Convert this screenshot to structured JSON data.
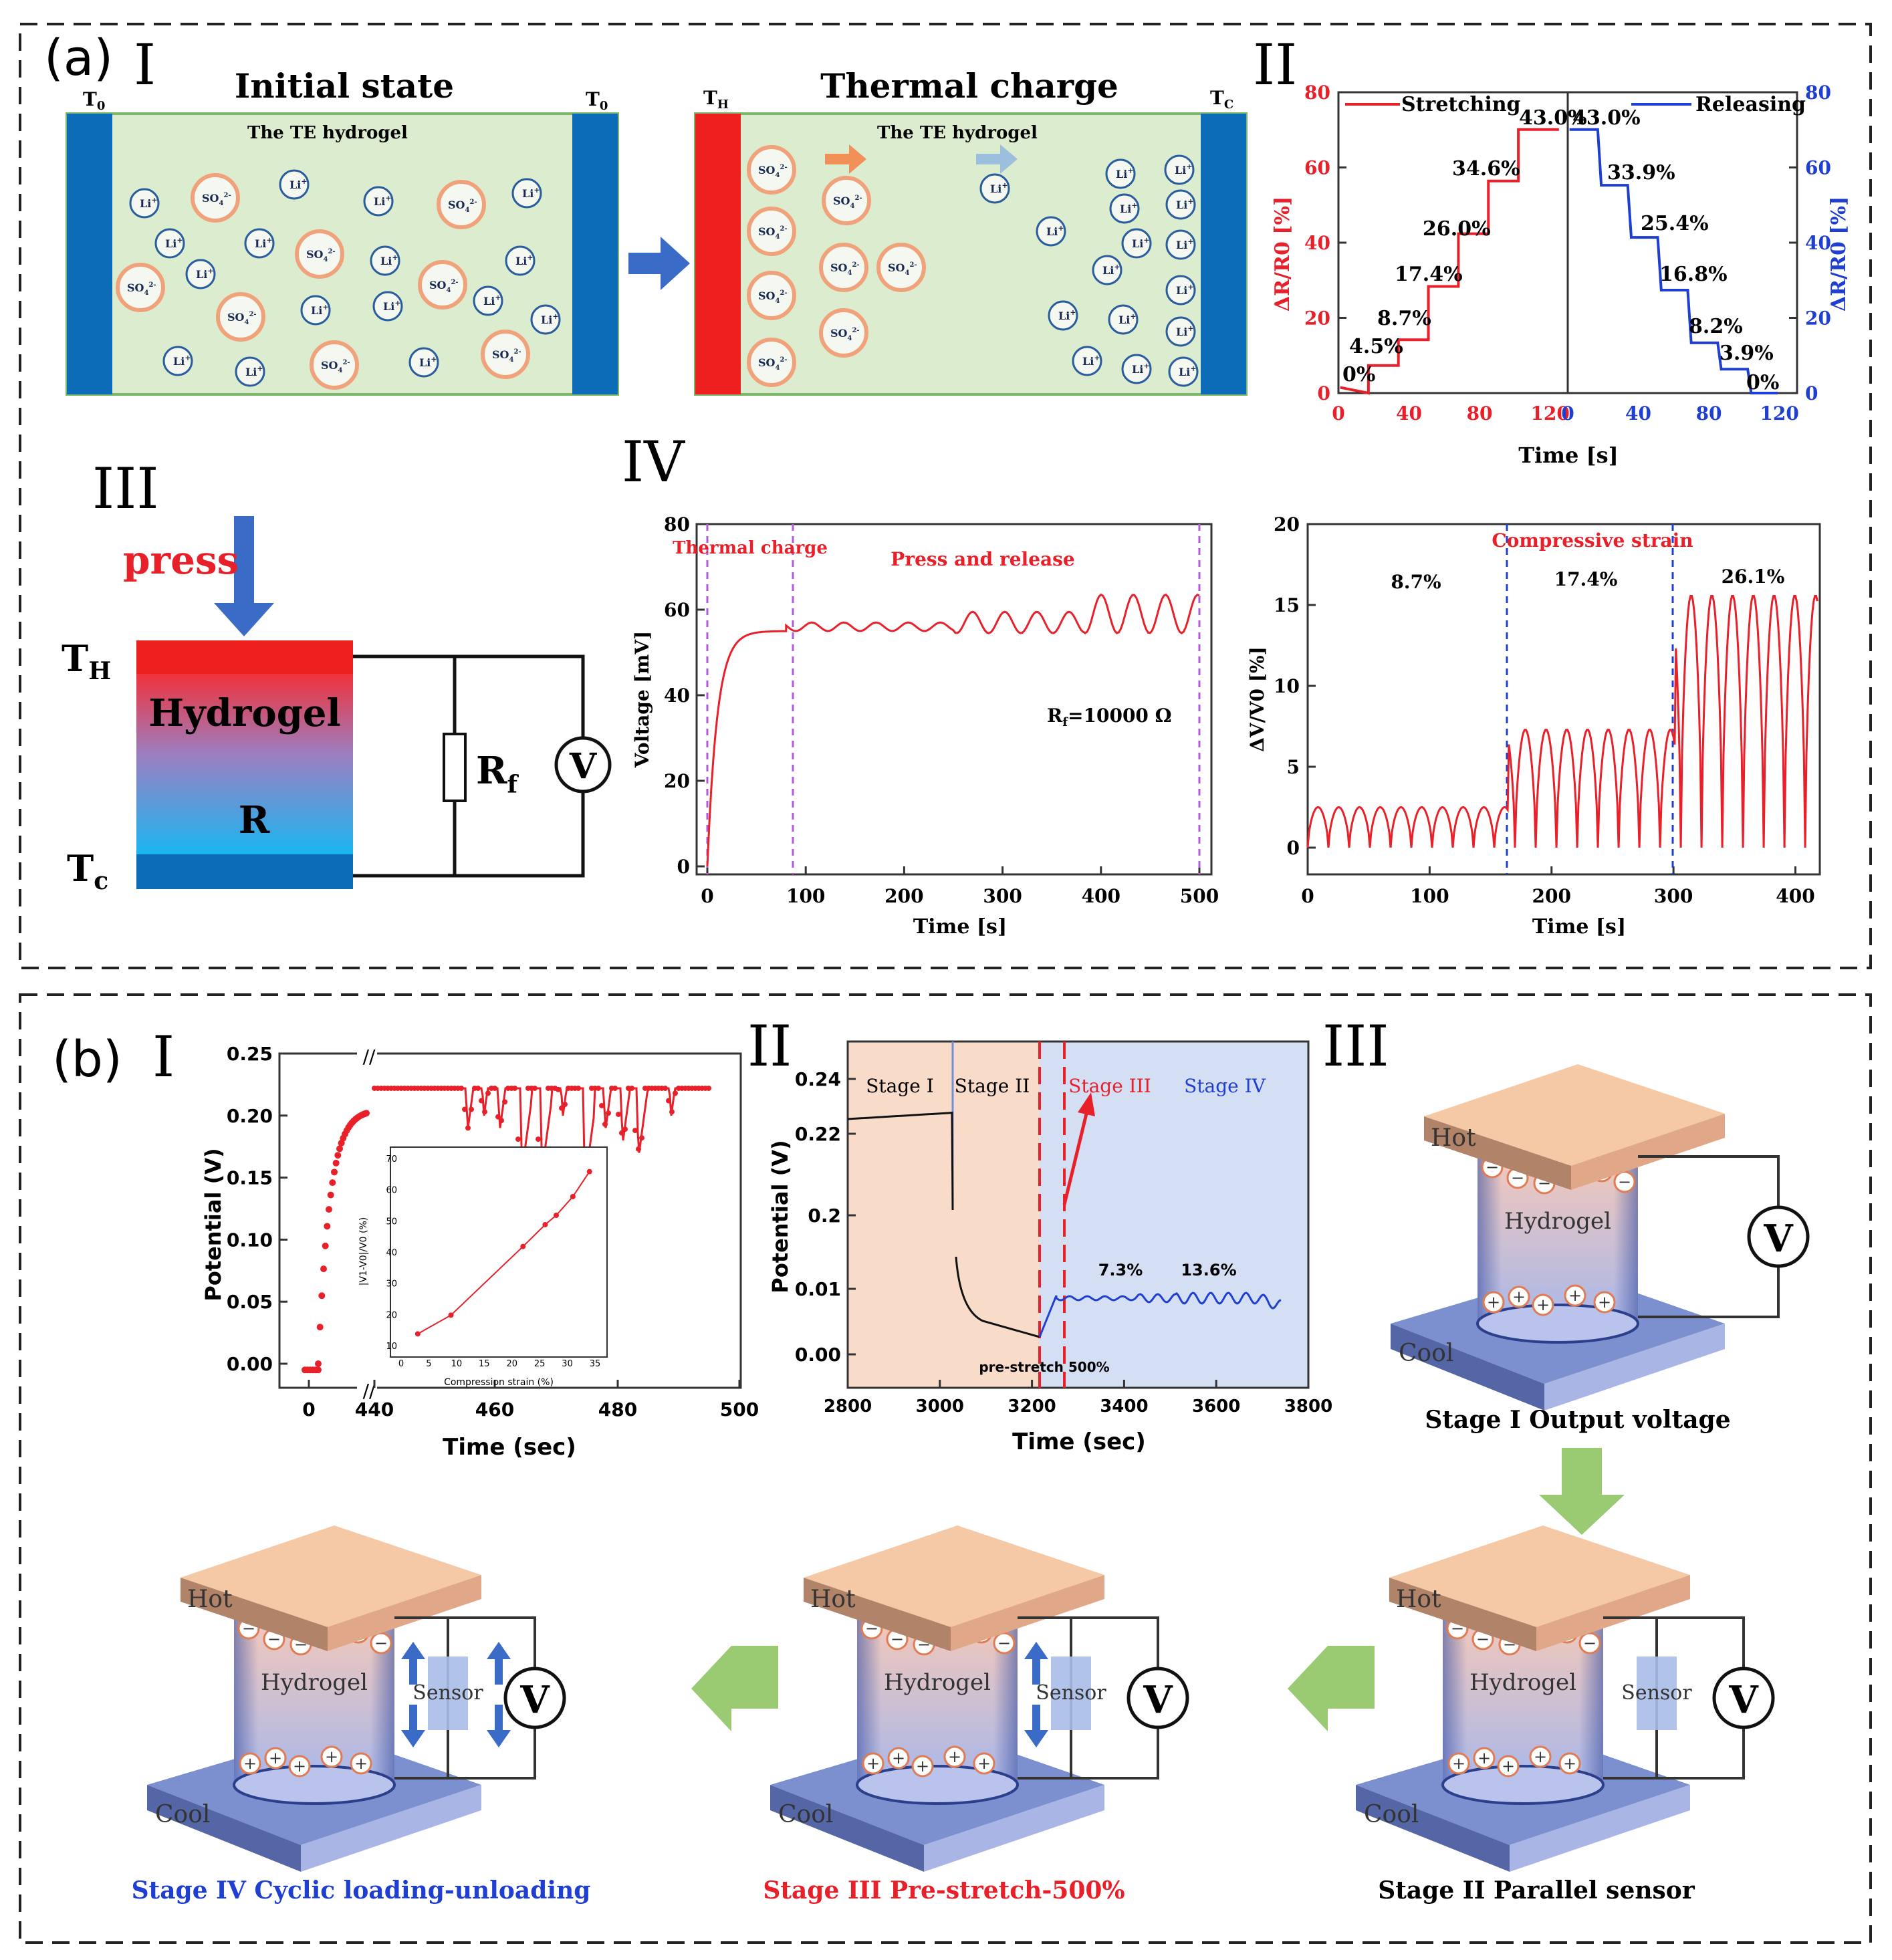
{
  "panel_a": {
    "label": "(a)",
    "I": {
      "roman": "I",
      "initial_title": "Initial state",
      "thermal_title": "Thermal charge",
      "hydrogel_label": "The TE hydrogel",
      "t0": "T",
      "t0_sub": "0",
      "th": "T",
      "th_sub": "H",
      "tc": "T",
      "tc_sub": "C",
      "li": "Li",
      "li_sup": "+",
      "so4": "SO",
      "so4_sub": "4",
      "so4_sup": "2-"
    },
    "II": {
      "roman": "II",
      "legend_stretch": "Stretching",
      "legend_release": "Releasing",
      "ylabel_left": "ΔR/R0 [%]",
      "ylabel_right": "ΔR/R0 [%]",
      "xlabel": "Time [s]",
      "stretch_labels": [
        "0%",
        "4.5%",
        "8.7%",
        "17.4%",
        "26.0%",
        "34.6%",
        "43.0%"
      ],
      "release_labels": [
        "43.0%",
        "33.9%",
        "25.4%",
        "16.8%",
        "8.2%",
        "3.9%",
        "0%"
      ],
      "ticks_y": [
        "0",
        "20",
        "40",
        "60",
        "80"
      ],
      "ticks_x_left": [
        "0",
        "40",
        "80",
        "120"
      ],
      "ticks_x_right": [
        "0",
        "40",
        "80",
        "120"
      ]
    },
    "III": {
      "roman": "III",
      "press": "press",
      "th": "T",
      "th_sub": "H",
      "tc": "T",
      "tc_sub": "c",
      "hydrogel": "Hydrogel",
      "r": "R",
      "rf": "R",
      "rf_sub": "f",
      "v": "V"
    },
    "IV": {
      "roman": "IV",
      "thermal_charge": "Thermal charge",
      "press_release": "Press and release",
      "rf_note": "R",
      "rf_note_sub": "f",
      "rf_note_value": "=10000 Ω",
      "ylabel": "Voltage [mV]",
      "xlabel": "Time [s]",
      "ticks_y": [
        "0",
        "20",
        "40",
        "60",
        "80"
      ],
      "ticks_x": [
        "0",
        "100",
        "200",
        "300",
        "400",
        "500"
      ],
      "right_title": "Compressive strain",
      "right_labels": [
        "8.7%",
        "17.4%",
        "26.1%"
      ],
      "right_ylabel": "ΔV/V0 [%]",
      "right_xlabel": "Time [s]",
      "right_ticks_y": [
        "0",
        "5",
        "10",
        "15",
        "20"
      ],
      "right_ticks_x": [
        "0",
        "100",
        "200",
        "300",
        "400"
      ]
    }
  },
  "panel_b": {
    "label": "(b)",
    "I": {
      "roman": "I",
      "ylabel": "Potential (V)",
      "xlabel": "Time (sec)",
      "ticks_y": [
        "0.00",
        "0.05",
        "0.10",
        "0.15",
        "0.20",
        "0.25"
      ],
      "ticks_x": [
        "0",
        "440",
        "460",
        "480",
        "500"
      ],
      "inset_xlabel": "Compression strain (%)",
      "inset_ylabel": "|V1-V0|/V0 (%)",
      "inset_ticks_x": [
        "0",
        "5",
        "10",
        "15",
        "20",
        "25",
        "30",
        "35"
      ],
      "inset_ticks_y": [
        "10",
        "20",
        "30",
        "40",
        "50",
        "60",
        "70"
      ]
    },
    "II": {
      "roman": "II",
      "stages": [
        "Stage I",
        "Stage II",
        "Stage III",
        "Stage IV"
      ],
      "ylabel": "Potential (V)",
      "xlabel": "Time (sec)",
      "ticks_y": [
        "0.00",
        "0.01",
        "0.2",
        "0.22",
        "0.24"
      ],
      "ticks_x": [
        "2800",
        "3000",
        "3200",
        "3400",
        "3600",
        "3800"
      ],
      "pre_stretch": "pre-stretch 500%",
      "label_73": "7.3%",
      "label_136": "13.6%"
    },
    "III": {
      "roman": "III",
      "hot": "Hot",
      "cool": "Cool",
      "hydrogel": "Hydrogel",
      "sensor": "Sensor",
      "v": "V",
      "stage1_caption": "Stage I  Output voltage",
      "stage2_caption": "Stage II  Parallel sensor",
      "stage3_caption": "Stage III   Pre-stretch-500%",
      "stage4_caption": "Stage IV   Cyclic loading-unloading"
    }
  },
  "colors": {
    "red": "#e8202a",
    "blue": "#1f3fd1",
    "electrode_blue": "#0d6cb8",
    "gel_green": "#dbeccf",
    "orange_ring": "#f0a27a",
    "arrow_green": "#9acb72",
    "purple_dash": "#b35adb"
  }
}
